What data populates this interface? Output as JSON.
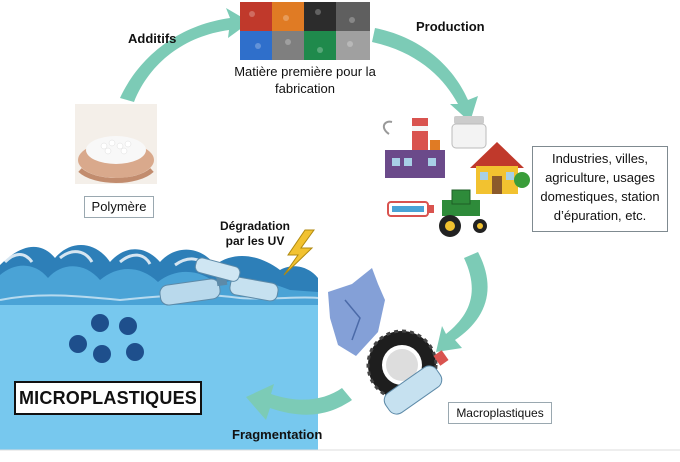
{
  "labels": {
    "additifs": "Additifs",
    "production": "Production",
    "matiere_line1": "Matière première pour la",
    "matiere_line2": "fabrication",
    "polymere": "Polymère",
    "sources_line1": "Industries, villes,",
    "sources_line2": "agriculture, usages",
    "sources_line3": "domestiques, station",
    "sources_line4": "d’épuration, etc.",
    "degradation_line1": "Dégradation",
    "degradation_line2": "par les UV",
    "microplastiques": "MICROPLASTIQUES",
    "macroplastiques": "Macroplastiques",
    "fragmentation": "Fragmentation"
  },
  "colors": {
    "arrow": "#7ccbb6",
    "sea": "#77c8ee",
    "wave": "#1f6fa6",
    "particles": "#1e4f8c",
    "lightning": "#f2c230"
  },
  "icons": [
    "plastic-pellets-image",
    "factory-icon",
    "jar-icon",
    "house-icon",
    "toothpaste-icon",
    "tractor-icon",
    "hands-polymer-image",
    "plastic-bottle-icon",
    "plastic-bag-icon",
    "tire-icon",
    "lightning-icon"
  ]
}
